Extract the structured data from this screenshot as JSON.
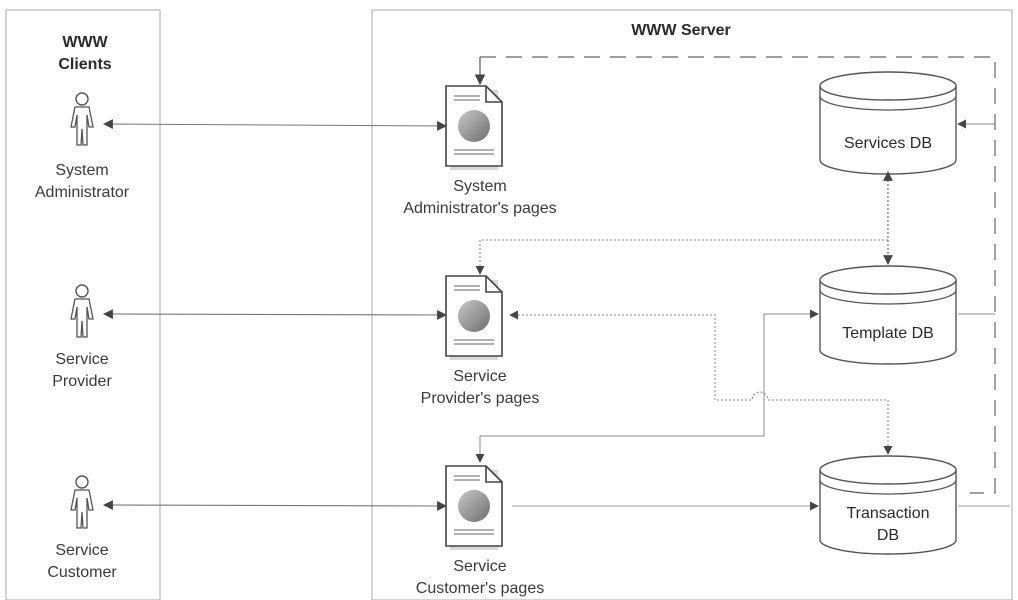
{
  "clients_title": [
    "WWW",
    "Clients"
  ],
  "server_title": "WWW Server",
  "actors": [
    {
      "line1": "System",
      "line2": "Administrator"
    },
    {
      "line1": "Service",
      "line2": "Provider"
    },
    {
      "line1": "Service",
      "line2": "Customer"
    }
  ],
  "pages": [
    {
      "line1": "System",
      "line2": "Administrator's  pages"
    },
    {
      "line1": "Service",
      "line2": "Provider's pages"
    },
    {
      "line1": "Service",
      "line2": "Customer's pages"
    }
  ],
  "databases": [
    {
      "line1": "Services DB",
      "line2": ""
    },
    {
      "line1": "Template DB",
      "line2": ""
    },
    {
      "line1": "Transaction",
      "line2": "DB"
    }
  ],
  "colors": {
    "line": "#555555",
    "border": "#9a9a9a",
    "text": "#333333"
  },
  "icons": [
    "person-icon",
    "web-page-icon",
    "database-icon"
  ]
}
